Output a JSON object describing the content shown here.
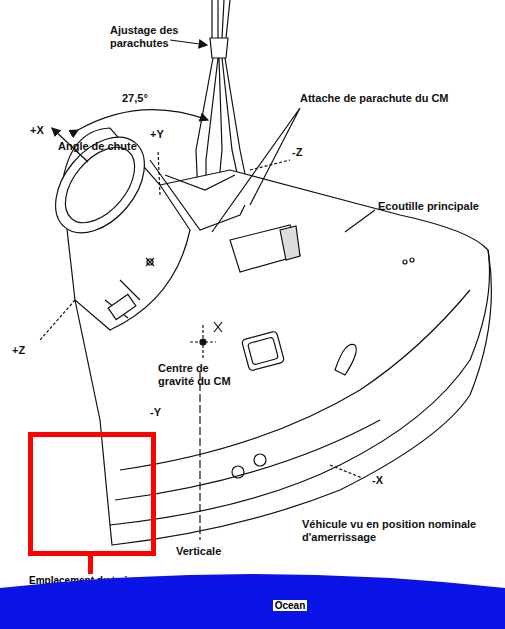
{
  "diagram": {
    "nodes": [
      {
        "text": [
          "Emplacement du train d'atterrissage"
        ]
      },
      {
        "text": [
          "Ocean"
        ]
      }
    ],
    "labels": [
      "Ajustage des parachutes",
      "27,5°",
      "+X",
      "Angle de chute",
      "+Y",
      "Attache de parachute du CM",
      "-Z",
      "Ecoutille principale",
      "+Z",
      "Centre de gravité du CM",
      "-Y",
      "-X",
      "Véhicule vu en position nominale d'amerrissage",
      "Verticale"
    ]
  }
}
